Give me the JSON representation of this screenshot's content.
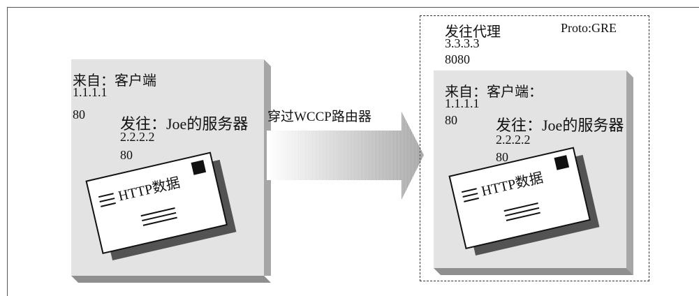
{
  "left_packet": {
    "from_label": "来自：客户端",
    "from_ip": "1.1.1.1",
    "from_port": "80",
    "to_label": "发往：Joe的服务器",
    "to_ip": "2.2.2.2",
    "to_port": "80",
    "envelope_text": "HTTP数据"
  },
  "route_label": "穿过WCCP路由器",
  "right_packet": {
    "outer_to_label": "发往代理",
    "outer_ip": "3.3.3.3",
    "outer_port": "8080",
    "proto_label": "Proto:GRE",
    "from_label": "来自：客户端：",
    "from_ip": "1.1.1.1",
    "from_port": "80",
    "to_label": "发往：Joe的服务器",
    "to_ip": "2.2.2.2",
    "to_port": "80",
    "envelope_text": "HTTP数据"
  },
  "colors": {
    "panel": "#e3e3e3",
    "panel_shadow": "#9a9a9a",
    "arrow_light": "#ffffff",
    "arrow_dark": "#999999",
    "ink": "#111111"
  }
}
